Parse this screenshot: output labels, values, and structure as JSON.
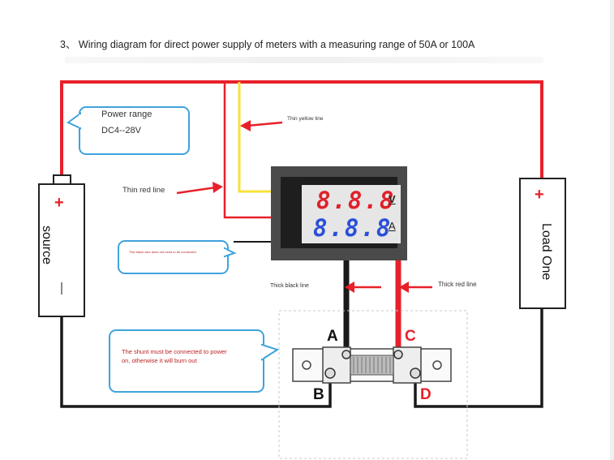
{
  "heading": "3、 Wiring diagram for direct power supply of meters with a measuring range of 50A or 100A",
  "power_bubble": {
    "line1": "Power range",
    "line2": "DC4--28V"
  },
  "source": {
    "plus": "+",
    "label": "source",
    "minus": "—"
  },
  "load": {
    "plus": "+",
    "label": "Load One"
  },
  "meter": {
    "voltage_digits": "8.8.8",
    "voltage_unit": "V",
    "current_digits": "8.8.8",
    "current_unit": "A"
  },
  "labels": {
    "thin_yellow": "Thin yellow line",
    "thin_red": "Thin red line",
    "thin_black_note": "Thin black wire does not need to be connected",
    "thick_black": "Thick black line",
    "thick_red": "Thick red line"
  },
  "shunt_note": "The shunt must be connected to power on, otherwise it will burn out",
  "terminals": {
    "a": "A",
    "b": "B",
    "c": "C",
    "d": "D"
  },
  "colors": {
    "red_wire": "#e8202a",
    "black_wire": "#1a1a1a",
    "yellow_wire": "#f5e23a",
    "bubble_border": "#3fa3dc",
    "digits_red": "#e0202a",
    "digits_blue": "#2a4fd8"
  }
}
